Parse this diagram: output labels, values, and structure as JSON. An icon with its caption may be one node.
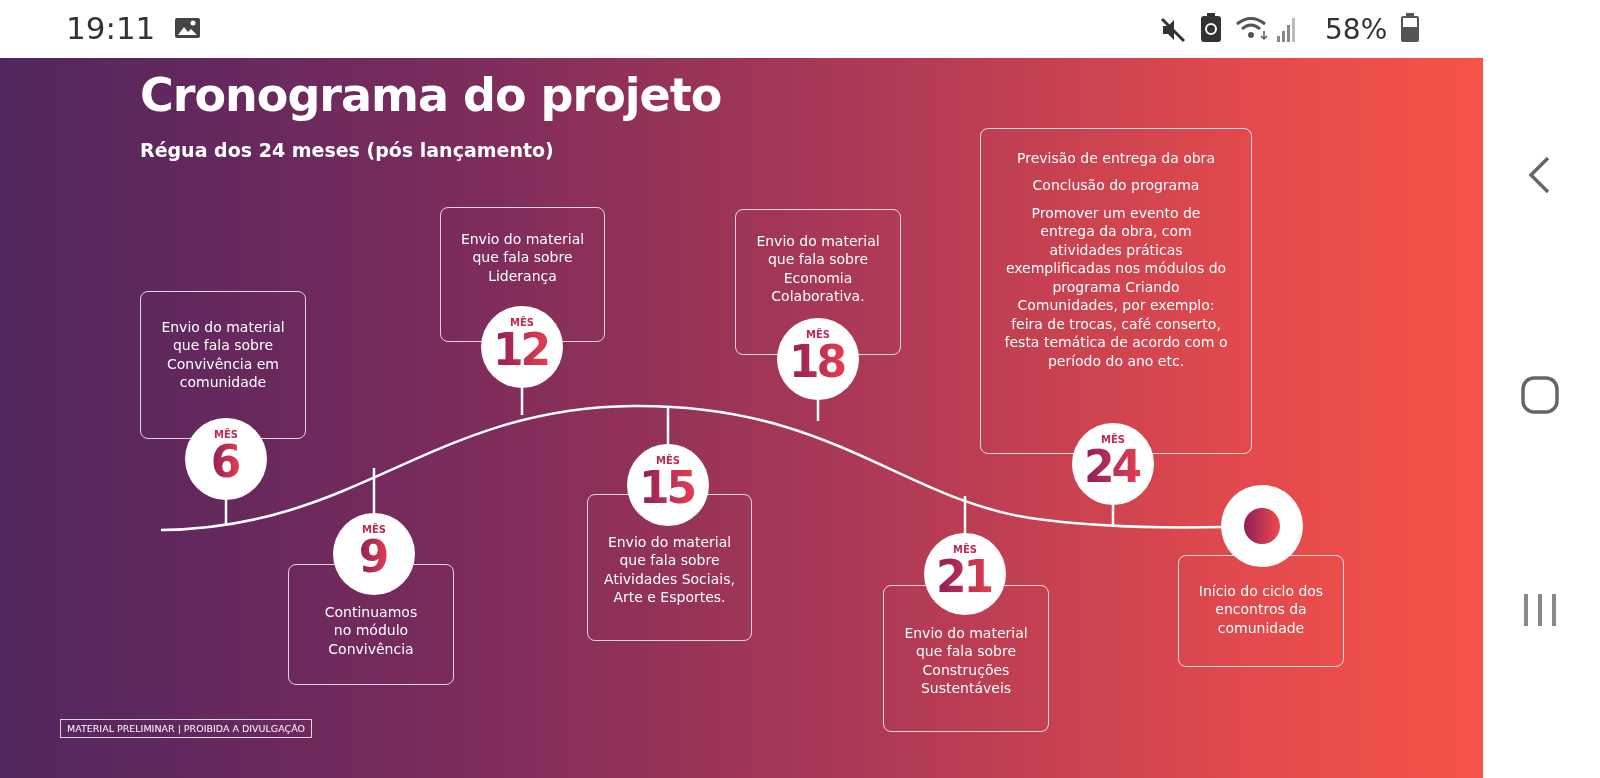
{
  "diagram": {
    "title": "Cronograma do projeto",
    "nodes": [
      {
        "text": [
          "Envio do material que fala sobre Convivência em comunidade"
        ]
      },
      {
        "text": [
          "MÊS",
          "6"
        ]
      },
      {
        "text": [
          "MÊS",
          "9"
        ]
      },
      {
        "text": [
          "Continuamos no módulo Convivência"
        ]
      },
      {
        "text": [
          "Envio do material que fala sobre Liderança"
        ]
      },
      {
        "text": [
          "MÊS",
          "12"
        ]
      },
      {
        "text": [
          "MÊS",
          "15"
        ]
      },
      {
        "text": [
          "Envio do material que fala sobre Atividades Sociais, Arte e Esportes."
        ]
      },
      {
        "text": [
          "Envio do material que fala sobre Economia Colaborativa."
        ]
      },
      {
        "text": [
          "MÊS",
          "18"
        ]
      },
      {
        "text": [
          "MÊS",
          "21"
        ]
      },
      {
        "text": [
          "Envio do material que fala sobre Construções Sustentáveis"
        ]
      },
      {
        "text": [
          "Previsão de entrega da obra",
          "Conclusão do programa",
          "Promover um evento de entrega da obra, com atividades práticas exemplificadas nos módulos do programa Criando Comunidades, por exemplo: feira de trocas, café conserto, festa temática de acordo com o período do ano etc."
        ]
      },
      {
        "text": [
          "MÊS",
          "24"
        ]
      },
      {
        "text": [],
        "shape": "circle"
      },
      {
        "text": [
          "Início do ciclo dos encontros da comunidade"
        ]
      }
    ],
    "labels": [
      "19:11",
      "58%",
      "Régua dos 24 meses (pós lançamento)",
      "MATERIAL PRELIMINAR | PROIBIDA A DIVULGAÇÃO"
    ]
  }
}
